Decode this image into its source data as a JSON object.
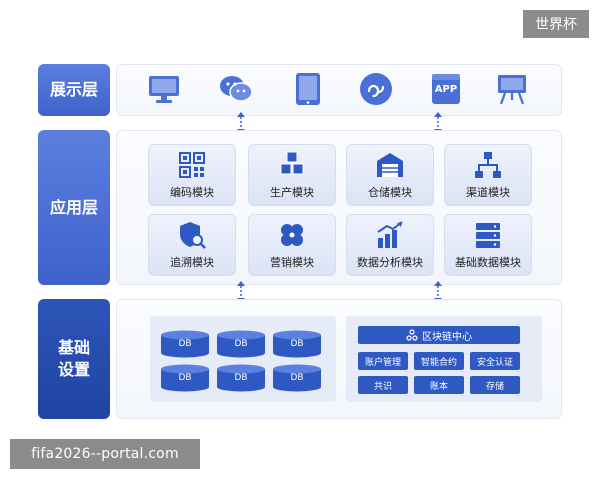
{
  "corner_tag": "世界杯",
  "url_tag": "fifa2026--portal.com",
  "layers": {
    "display": "展示层",
    "application": "应用层",
    "infrastructure_line1": "基础",
    "infrastructure_line2": "设置"
  },
  "display_icons": [
    "monitor-icon",
    "wechat-icon",
    "tablet-icon",
    "mini-program-icon",
    "app-icon",
    "projector-board-icon"
  ],
  "display_app_icon_text": "APP",
  "modules": [
    {
      "label": "编码模块",
      "icon": "qr-code-icon"
    },
    {
      "label": "生产模块",
      "icon": "cubes-icon"
    },
    {
      "label": "仓储模块",
      "icon": "warehouse-icon"
    },
    {
      "label": "渠道模块",
      "icon": "hierarchy-icon"
    },
    {
      "label": "追溯模块",
      "icon": "shield-search-icon"
    },
    {
      "label": "营销模块",
      "icon": "clover-icon"
    },
    {
      "label": "数据分析模块",
      "icon": "bar-chart-icon"
    },
    {
      "label": "基础数据模块",
      "icon": "server-icon"
    }
  ],
  "db_label": "DB",
  "blockchain": {
    "title": "区块链中心",
    "cells": [
      "账户管理",
      "智能合约",
      "安全认证",
      "共识",
      "账本",
      "存储"
    ]
  },
  "colors": {
    "primary": "#2f59c2",
    "label_blue": "#3e62c9",
    "icon_blue": "#4a6fd6",
    "panel_bg": "#f3f6fb"
  }
}
